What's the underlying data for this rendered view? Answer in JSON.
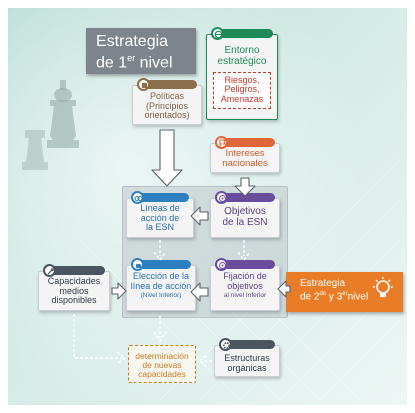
{
  "title": {
    "line1": "Estrategia",
    "line2": "de 1",
    "sup": "er",
    "line2_end": " nivel"
  },
  "boxes": {
    "entorno": {
      "title": "Entorno\nestratégico",
      "inner": "Riesgos,\nPeligros,\nAmenazas",
      "color": "#1e8a5a",
      "inner_color": "#c0392b",
      "icon": "globe-icon"
    },
    "politicas": {
      "label": "Políticas\n(Principios\norientados)",
      "color": "#8b6f4a",
      "icon": "bar-icon"
    },
    "intereses": {
      "label": "Intereses\nnacionales",
      "color": "#e0653a",
      "icon": "flag-icon"
    },
    "lineas": {
      "label": "Líneas de\nacción de\nla ESN",
      "color": "#2c7fc0",
      "icon": "link-icon"
    },
    "objetivos": {
      "label": "Objetivos\nde la ESN",
      "color": "#6a4c9c",
      "icon": "target-icon"
    },
    "capacidades": {
      "label": "Capacidades\nmedios\ndisponibles",
      "color": "#4a5560",
      "icon": "tools-icon"
    },
    "eleccion": {
      "label": "Elección de la\nlínea de acción",
      "sub": "(Nivel Inferior)",
      "color": "#2c7fc0",
      "icon": "hand-icon"
    },
    "fijacion": {
      "label": "Fijación de\nobjetivos",
      "sub": "al nivel Inferior",
      "color": "#6a4c9c",
      "icon": "target-icon"
    },
    "estructuras": {
      "label": "Estructuras\norgánicas",
      "color": "#4a5560",
      "icon": "gear-icon"
    }
  },
  "new_capacities": "determinación\nde nuevas\ncapacidades",
  "strategy_23": {
    "line1": "Estrategia",
    "line2_pre": "de 2",
    "sup1": "do",
    "mid": " y 3",
    "sup2": "er",
    "line2_end": "nivel"
  }
}
